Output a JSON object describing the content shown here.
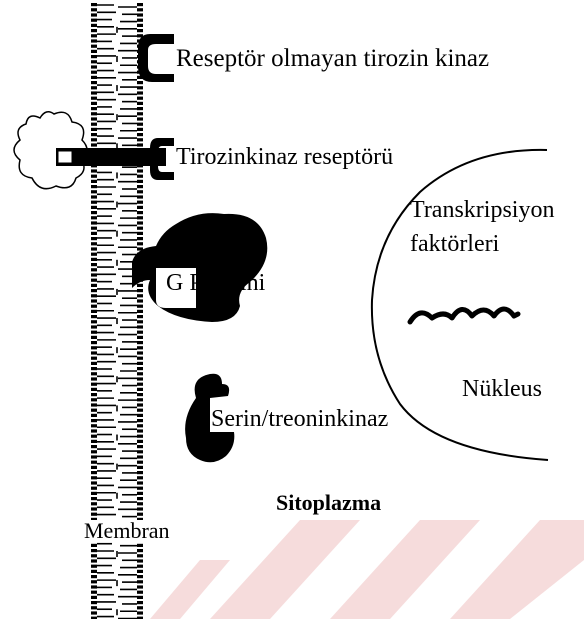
{
  "labels": {
    "non_receptor_tyrosine_kinase": "Reseptör olmayan tirozin kinaz",
    "tyrosine_kinase_receptor": "Tirozinkinaz reseptörü",
    "g_protein": "G Proteini",
    "serine_threonine_kinase": "Serin/treoninkinaz",
    "transcription_factors_line1": "Transkripsiyon",
    "transcription_factors_line2": "faktörleri",
    "nucleus": "Nükleus",
    "cytoplasm": "Sitoplazma",
    "membrane": "Membran"
  },
  "colors": {
    "ink": "#000000",
    "background": "#ffffff",
    "watermark": "#f6dcdc"
  }
}
